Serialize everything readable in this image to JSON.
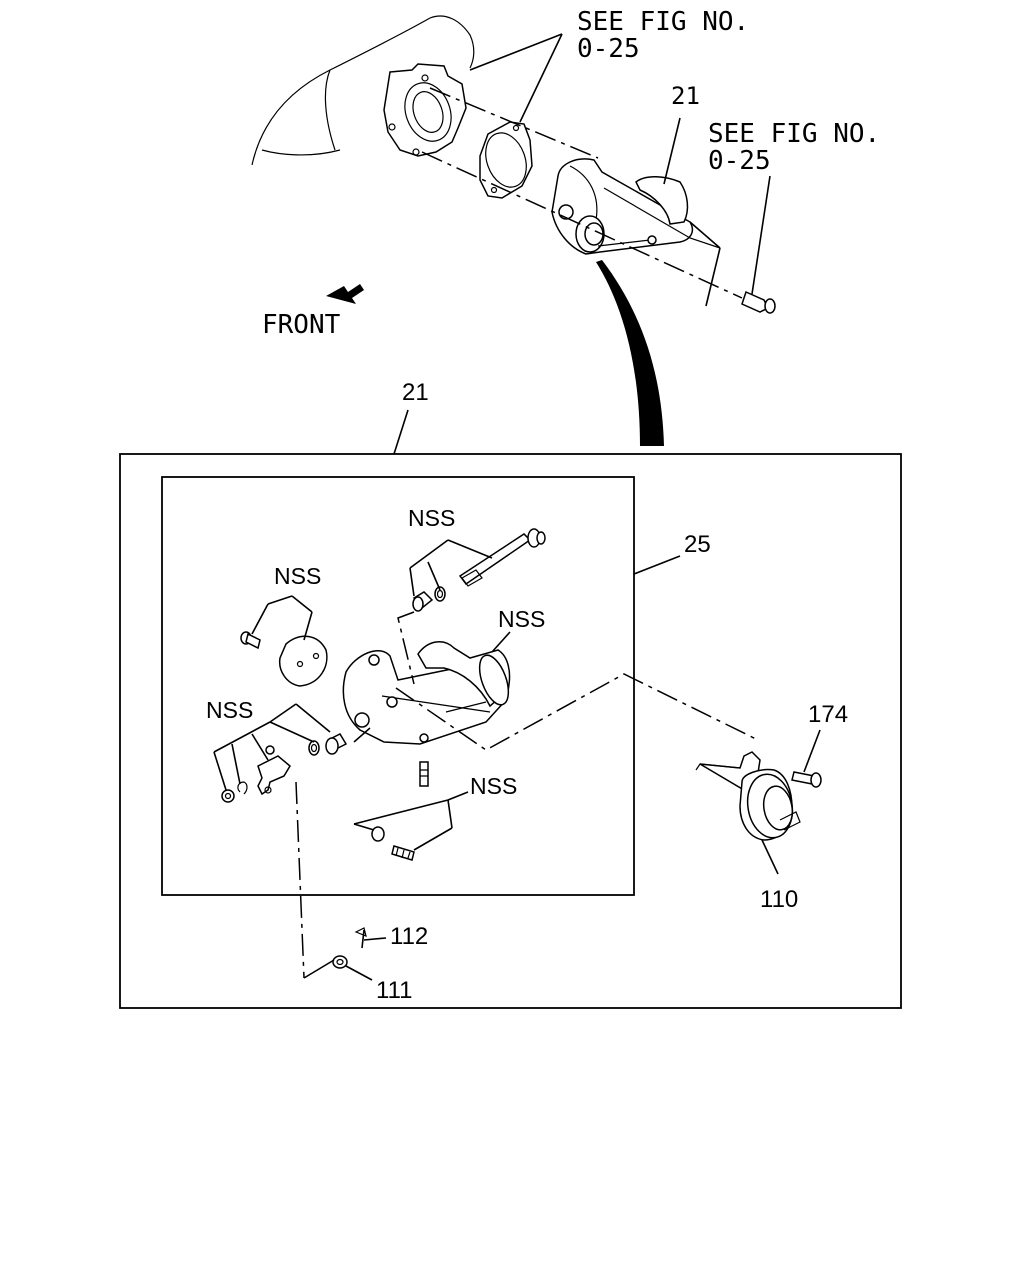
{
  "labels": {
    "see_fig_top_1": "SEE FIG NO.",
    "see_fig_top_2": "0-25",
    "see_fig_right_1": "SEE FIG NO.",
    "see_fig_right_2": "0-25",
    "part_21_top": "21",
    "front": "FRONT",
    "part_21_box": "21",
    "part_25": "25",
    "nss_bolt": "NSS",
    "nss_plate": "NSS",
    "nss_pipe": "NSS",
    "nss_left": "NSS",
    "nss_stud": "NSS",
    "part_174": "174",
    "part_110": "110",
    "part_112": "112",
    "part_111": "111"
  },
  "colors": {
    "ink": "#000000",
    "paper": "#ffffff"
  }
}
